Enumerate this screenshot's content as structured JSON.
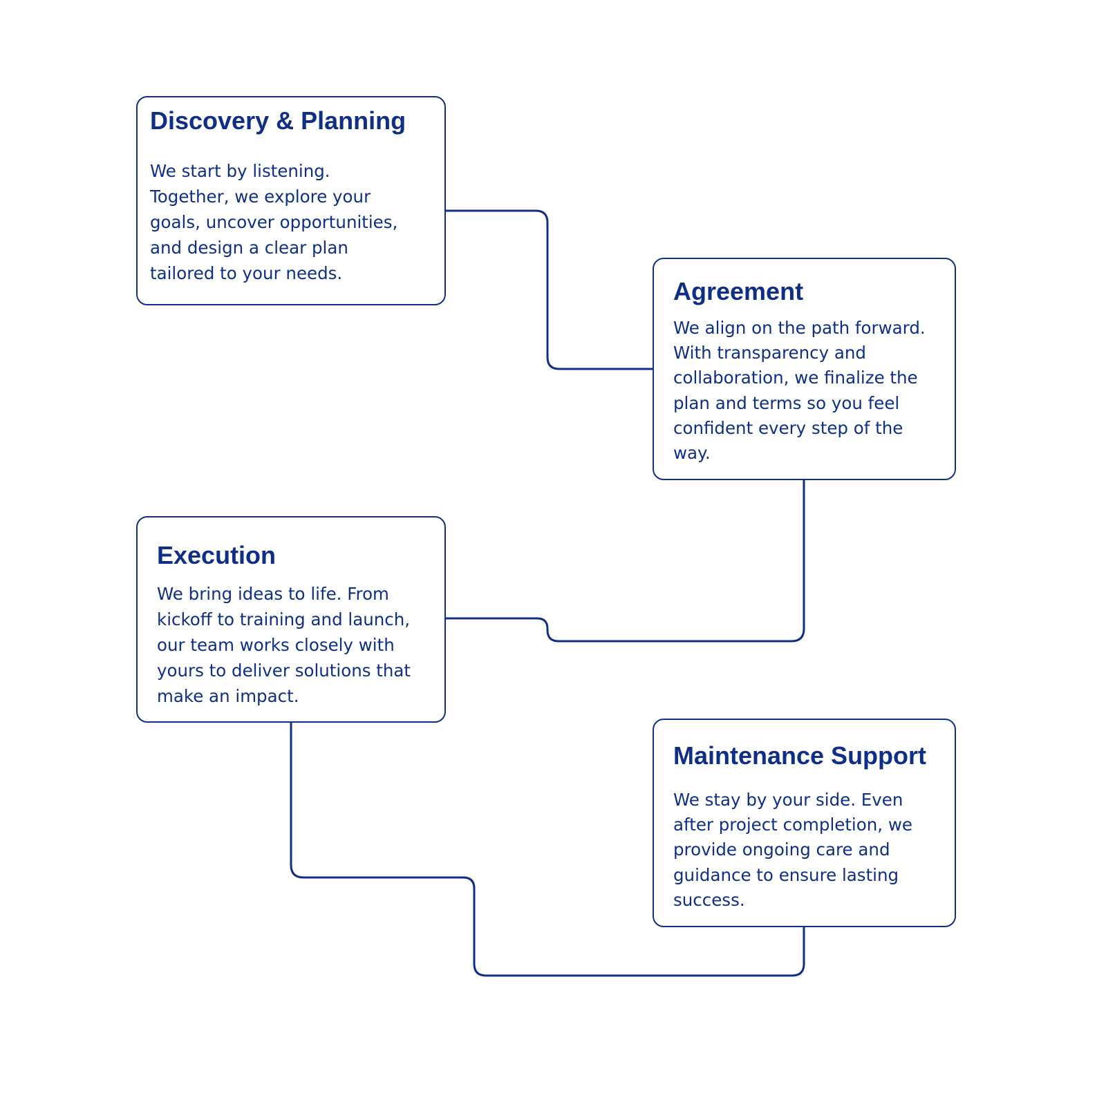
{
  "theme": {
    "accent": "#0f2f87",
    "background": "#ffffff"
  },
  "steps": [
    {
      "id": "discovery",
      "title": "Discovery & Planning",
      "body": "We start by listening.\nTogether, we explore your\ngoals, uncover opportunities,\nand design a clear plan\ntailored to your needs."
    },
    {
      "id": "agreement",
      "title": "Agreement",
      "body": "We align on the path forward.\nWith transparency and\ncollaboration, we finalize the\nplan and terms so you feel\nconfident every step of the\nway."
    },
    {
      "id": "execution",
      "title": "Execution",
      "body": "We bring ideas to life. From\nkickoff to training and launch,\nour team works closely with\nyours to deliver solutions that\nmake an impact."
    },
    {
      "id": "maintenance",
      "title": "Maintenance Support",
      "body": "We stay by your side. Even\nafter project completion, we\nprovide ongoing care and\nguidance to ensure lasting\nsuccess."
    }
  ]
}
